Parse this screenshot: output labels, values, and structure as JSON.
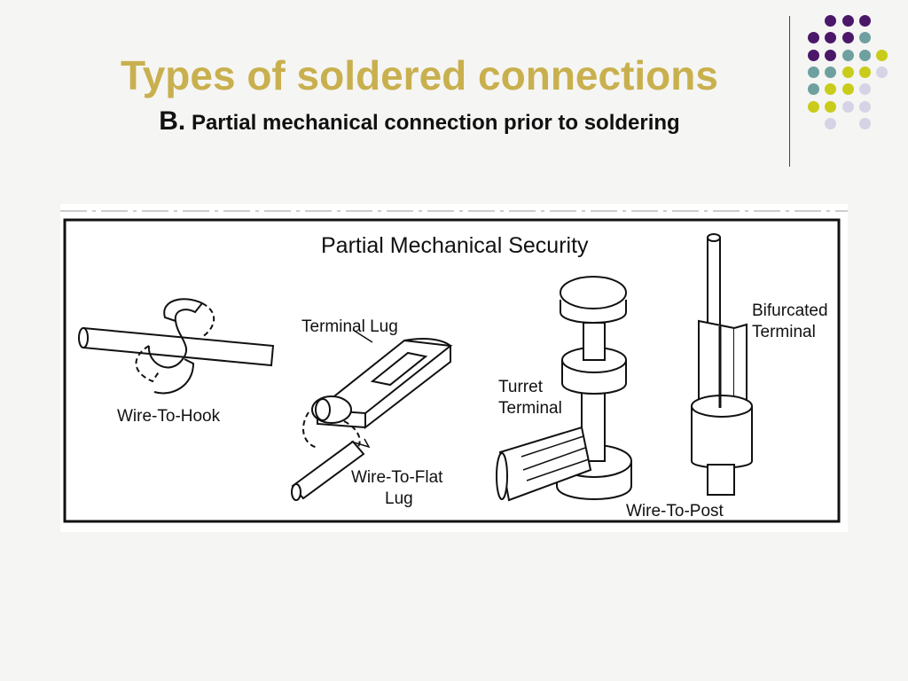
{
  "slide": {
    "title": "Types of soldered connections",
    "subtitle_letter": "B.",
    "subtitle_text": "Partial mechanical connection prior to soldering"
  },
  "decor": {
    "dot_colors": {
      "purple": "#4b1869",
      "teal": "#6fa0a0",
      "yellow": "#c9cc1a",
      "lavender": "#d6d3e6"
    },
    "title_color": "#c9b04e"
  },
  "figure": {
    "heading": "Partial Mechanical Security",
    "labels": {
      "wire_to_hook": "Wire-To-Hook",
      "terminal_lug": "Terminal Lug",
      "wire_to_flat_lug_1": "Wire-To-Flat",
      "wire_to_flat_lug_2": "Lug",
      "turret_terminal_1": "Turret",
      "turret_terminal_2": "Terminal",
      "wire_to_post": "Wire-To-Post",
      "bifurcated_terminal_1": "Bifurcated",
      "bifurcated_terminal_2": "Terminal"
    }
  }
}
